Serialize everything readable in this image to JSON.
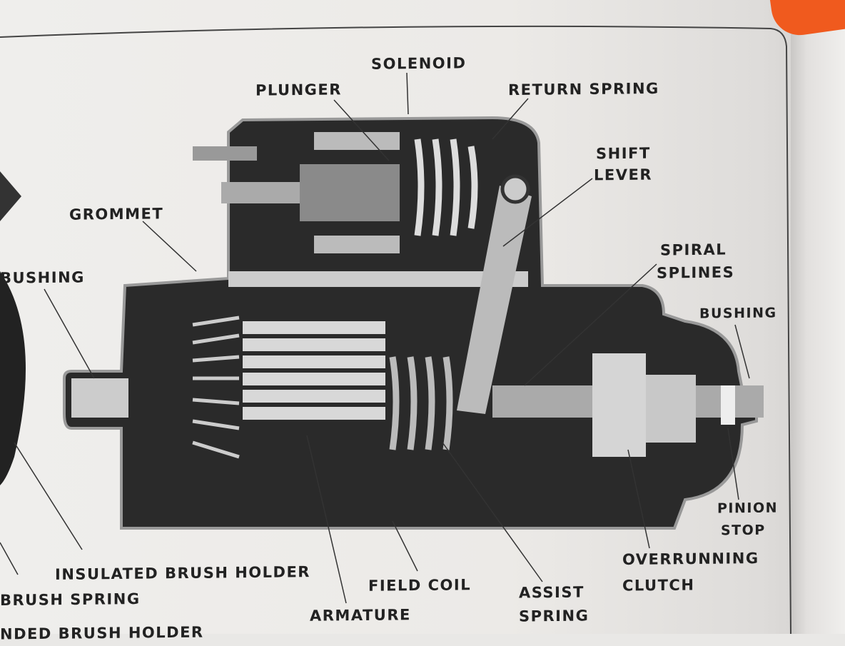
{
  "diagram": {
    "labels": {
      "solenoid": "SOLENOID",
      "plunger": "PLUNGER",
      "return_spring": "RETURN SPRING",
      "shift_lever_1": "SHIFT",
      "shift_lever_2": "LEVER",
      "grommet": "GROMMET",
      "bushing_left": "BUSHING",
      "spiral_splines_1": "SPIRAL",
      "spiral_splines_2": "SPLINES",
      "bushing_right": "BUSHING",
      "pinion_stop_1": "PINION",
      "pinion_stop_2": "STOP",
      "overrunning_clutch_1": "OVERRUNNING",
      "overrunning_clutch_2": "CLUTCH",
      "insulated_brush_holder": "INSULATED BRUSH HOLDER",
      "brush_spring": "BRUSH SPRING",
      "field_coil": "FIELD COIL",
      "assist_spring_1": "ASSIST",
      "assist_spring_2": "SPRING",
      "armature": "ARMATURE",
      "grounded_brush_holder": "NDED BRUSH HOLDER"
    }
  },
  "colors": {
    "page": "#efeeec",
    "ink": "#222222",
    "accent": "#f05a1e"
  }
}
